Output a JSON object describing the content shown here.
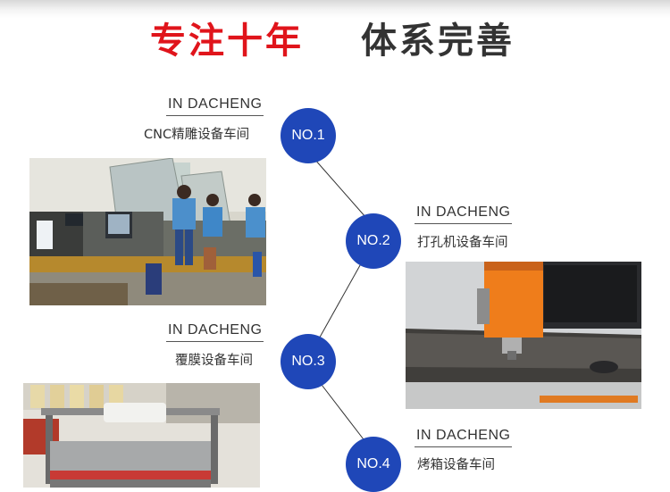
{
  "header": {
    "title_red": "专注十年",
    "title_dark": "体系完善"
  },
  "workshops": [
    {
      "no": "NO.1",
      "en": "IN DACHENG",
      "cn": "CNC精雕设备车间"
    },
    {
      "no": "NO.2",
      "en": "IN DACHENG",
      "cn": "打孔机设备车间"
    },
    {
      "no": "NO.3",
      "en": "IN DACHENG",
      "cn": "覆膜设备车间"
    },
    {
      "no": "NO.4",
      "en": "IN DACHENG",
      "cn": "烤箱设备车间"
    }
  ],
  "colors": {
    "accent_red": "#e0141b",
    "circle_blue": "#1f47b8",
    "text_dark": "#333333"
  }
}
